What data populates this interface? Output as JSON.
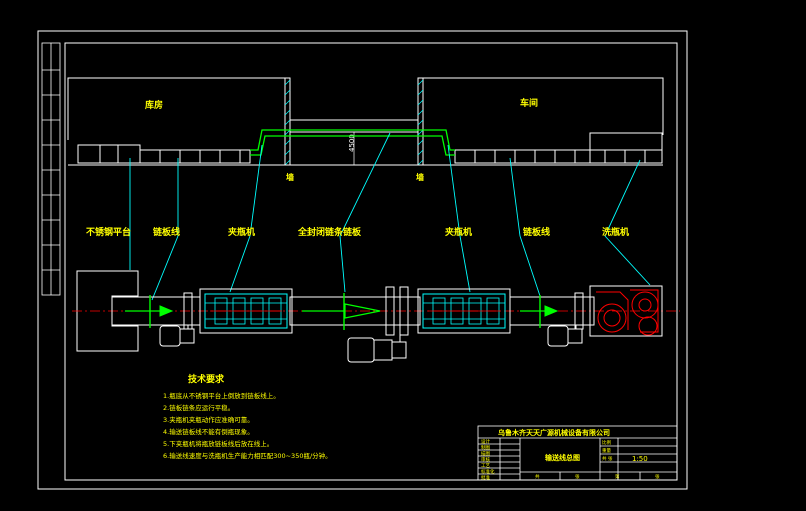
{
  "labels": {
    "warehouse": "库房",
    "workshop": "车间",
    "wall_left": "墙",
    "wall_right": "墙",
    "dimension": "4500",
    "platform": "不锈钢平台",
    "chain_line_left": "链板线",
    "clamp_left": "夹瓶机",
    "enclosed_chain": "全封闭链条链板",
    "clamp_right": "夹瓶机",
    "chain_line_right": "链板线",
    "washer": "洗瓶机"
  },
  "notes": {
    "title": "技术要求",
    "items": [
      "1.瓶底从不锈钢平台上倒放到链板线上。",
      "2.链板链条应运行平稳。",
      "3.夹瓶机夹瓶动作应准确可靠。",
      "4.输送链板线不能有倒瓶现象。",
      "5.下夹瓶机将瓶放链板线后放在线上。",
      "6.输送线速度与洗瓶机生产能力相匹配300~350瓶/分钟。"
    ]
  },
  "title_block": {
    "company": "乌鲁木齐天天广源机械设备有限公司",
    "drawing_name": "输送线总图",
    "drawing_no": "1:50",
    "row_labels": [
      "设计",
      "制图",
      "描图",
      "审核",
      "工艺",
      "标准化",
      "批准"
    ],
    "right_labels": [
      "比例",
      "重量",
      "共 张"
    ],
    "footer": [
      "共",
      "张",
      "第",
      "张"
    ]
  },
  "colors": {
    "frame": "#ffffff",
    "building": "#ffffff",
    "label": "#ffff00",
    "leader": "#00ffff",
    "green": "#00ff00",
    "equipment": "#00ffff",
    "washer": "#ff0000",
    "motor": "#ffffff",
    "centerline": "#ff0000"
  }
}
